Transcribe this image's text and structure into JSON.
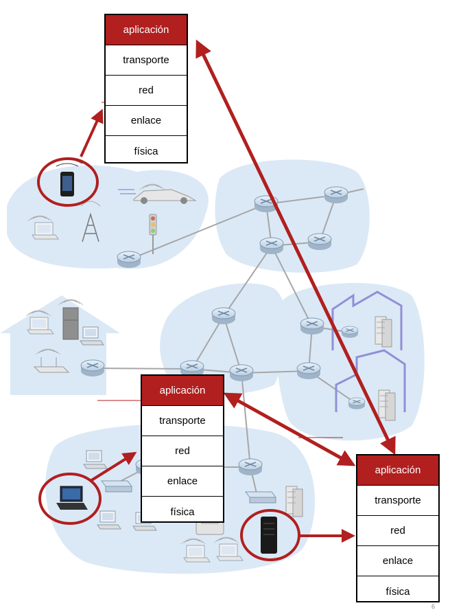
{
  "stacks": {
    "top": {
      "layers": [
        "aplicación",
        "transporte",
        "red",
        "enlace",
        "física"
      ]
    },
    "middle": {
      "layers": [
        "aplicación",
        "transporte",
        "red",
        "enlace",
        "física"
      ]
    },
    "bottom_right": {
      "layers": [
        "aplicación",
        "transporte",
        "red",
        "enlace",
        "física"
      ]
    }
  },
  "colors": {
    "accent_red": "#b11f1f",
    "region_blue": "#d9e9f6",
    "router": "#d6e3ef",
    "link": "#a6a6a6"
  },
  "page_number": "6"
}
